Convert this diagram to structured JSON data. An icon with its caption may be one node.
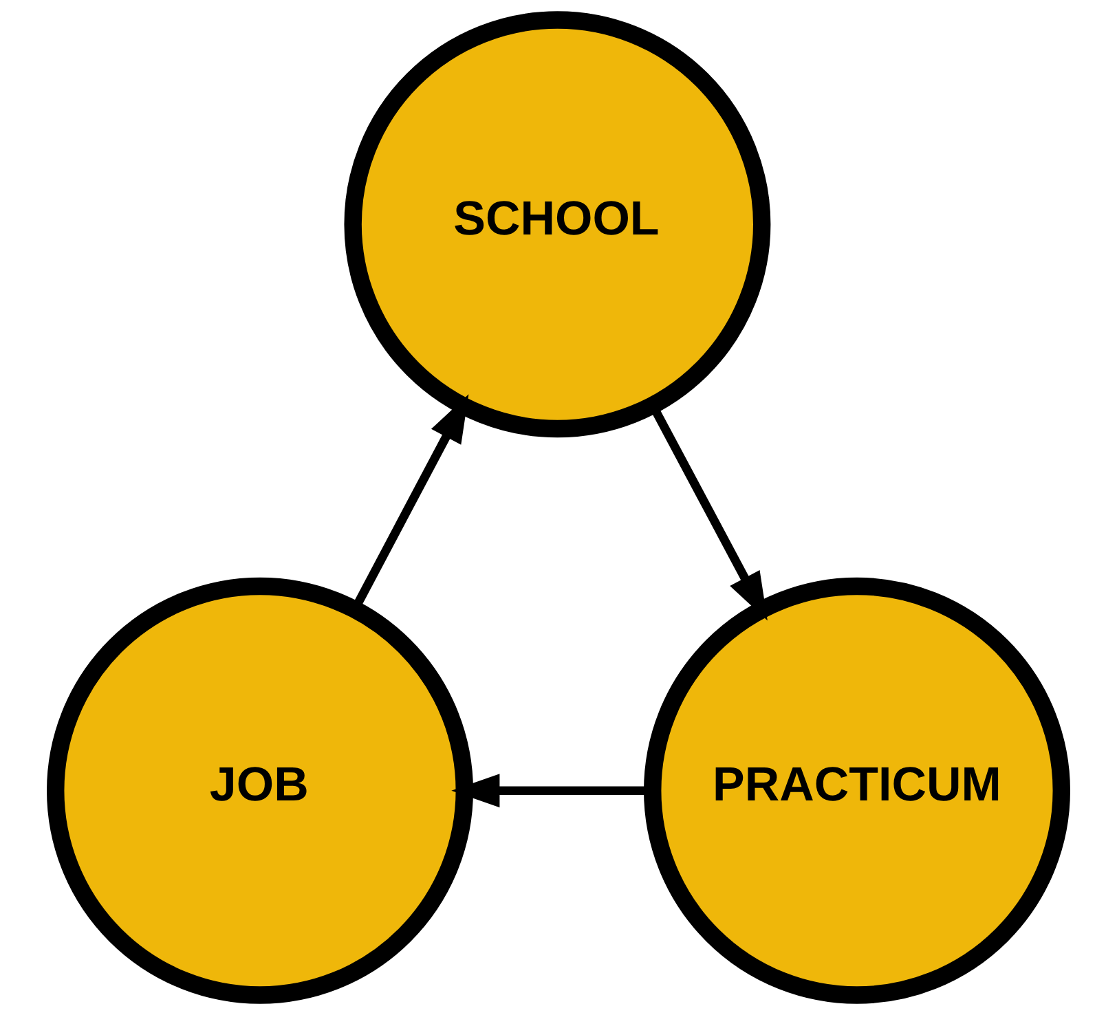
{
  "diagram": {
    "nodes": [
      {
        "text": [
          "SCHOOL"
        ]
      },
      {
        "text": [
          "JOB"
        ]
      },
      {
        "text": [
          "PRACTICUM"
        ]
      }
    ],
    "edges": [
      {
        "from": 0,
        "to": 2,
        "arrow": "to"
      },
      {
        "from": 2,
        "to": 1,
        "arrow": "to"
      },
      {
        "from": 1,
        "to": 0,
        "arrow": "to"
      }
    ]
  }
}
